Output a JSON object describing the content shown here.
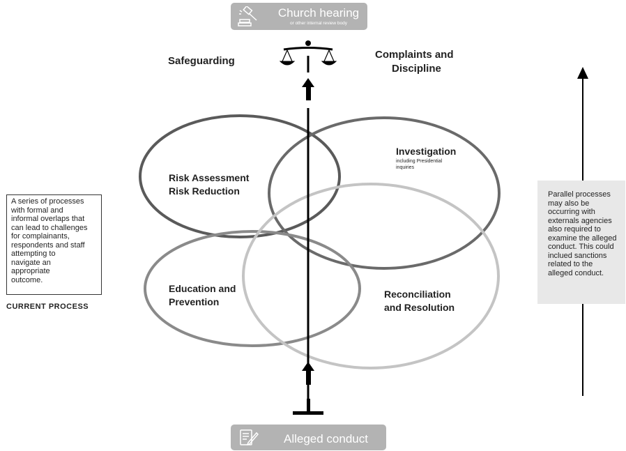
{
  "top_banner": {
    "title": "Church hearing",
    "subtitle": "or other internal review body",
    "icon": "gavel-icon"
  },
  "bottom_banner": {
    "title": "Alleged conduct",
    "icon": "document-pen-icon"
  },
  "labels": {
    "safeguarding": "Safeguarding",
    "complaints_line1": "Complaints and",
    "complaints_line2": "Discipline",
    "risk_line1": "Risk Assessment",
    "risk_line2": "Risk Reduction",
    "investigation": "Investigation",
    "investigation_sub1": "including Presidential",
    "investigation_sub2": "inquiries",
    "education_line1": "Education and",
    "education_line2": "Prevention",
    "reconciliation_line1": "Reconciliation",
    "reconciliation_line2": "and Resolution"
  },
  "left_note": {
    "lines": [
      "A series of processes",
      "with formal and",
      "informal overlaps that",
      "can lead to challenges",
      "for complainants,",
      "respondents and staff",
      "attempting to",
      "navigate an",
      "appropriate",
      "outcome."
    ],
    "caption": "CURRENT PROCESS"
  },
  "right_note": {
    "lines": [
      "Parallel processes",
      "may also be",
      "occurring with",
      "externals agencies",
      "also required to",
      "examine the alleged",
      "conduct. This could",
      "inclued sanctions",
      "related to the",
      "alleged conduct."
    ]
  },
  "colors": {
    "banner_bg": "#b3b3b3",
    "ellipse_risk": "#5a5a5a",
    "ellipse_investigation": "#6a6a6a",
    "ellipse_education": "#8a8a8a",
    "ellipse_reconciliation": "#c4c4c4",
    "side_box_bg": "#e8e8e8"
  }
}
